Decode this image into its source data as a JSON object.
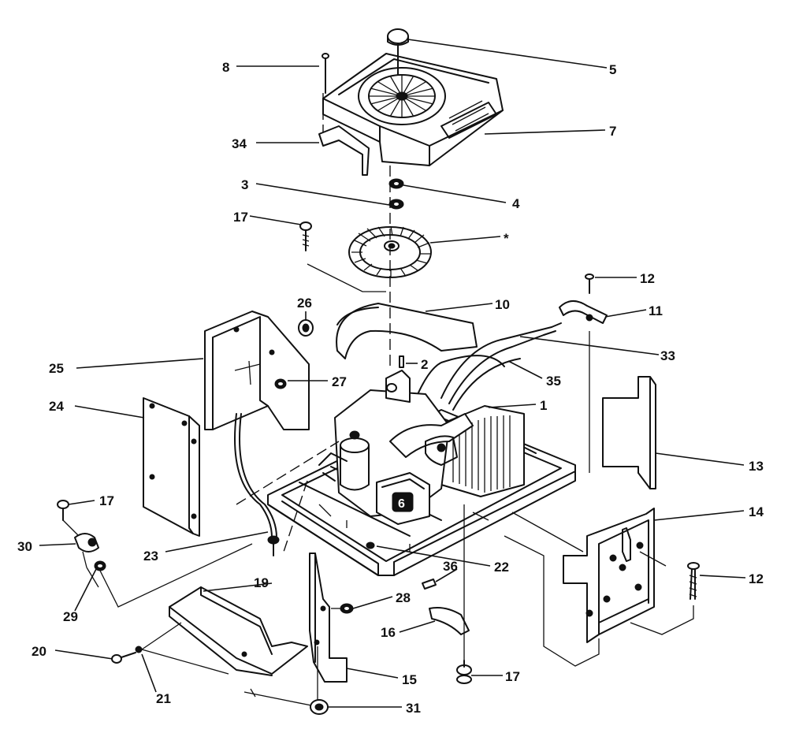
{
  "diagram": {
    "callouts": [
      {
        "id": "5",
        "label": "5"
      },
      {
        "id": "8",
        "label": "8"
      },
      {
        "id": "7",
        "label": "7"
      },
      {
        "id": "34",
        "label": "34"
      },
      {
        "id": "3",
        "label": "3"
      },
      {
        "id": "4",
        "label": "4"
      },
      {
        "id": "17a",
        "label": "17"
      },
      {
        "id": "star",
        "label": "*"
      },
      {
        "id": "12a",
        "label": "12"
      },
      {
        "id": "11",
        "label": "11"
      },
      {
        "id": "10",
        "label": "10"
      },
      {
        "id": "26",
        "label": "26"
      },
      {
        "id": "33",
        "label": "33"
      },
      {
        "id": "2",
        "label": "2"
      },
      {
        "id": "25",
        "label": "25"
      },
      {
        "id": "27",
        "label": "27"
      },
      {
        "id": "35",
        "label": "35"
      },
      {
        "id": "24",
        "label": "24"
      },
      {
        "id": "1",
        "label": "1"
      },
      {
        "id": "13",
        "label": "13"
      },
      {
        "id": "17b",
        "label": "17"
      },
      {
        "id": "14",
        "label": "14"
      },
      {
        "id": "30",
        "label": "30"
      },
      {
        "id": "23",
        "label": "23"
      },
      {
        "id": "22",
        "label": "22"
      },
      {
        "id": "36",
        "label": "36"
      },
      {
        "id": "12b",
        "label": "12"
      },
      {
        "id": "29",
        "label": "29"
      },
      {
        "id": "19",
        "label": "19"
      },
      {
        "id": "28",
        "label": "28"
      },
      {
        "id": "16",
        "label": "16"
      },
      {
        "id": "20",
        "label": "20"
      },
      {
        "id": "15",
        "label": "15"
      },
      {
        "id": "17c",
        "label": "17"
      },
      {
        "id": "21",
        "label": "21"
      },
      {
        "id": "31",
        "label": "31"
      }
    ]
  }
}
